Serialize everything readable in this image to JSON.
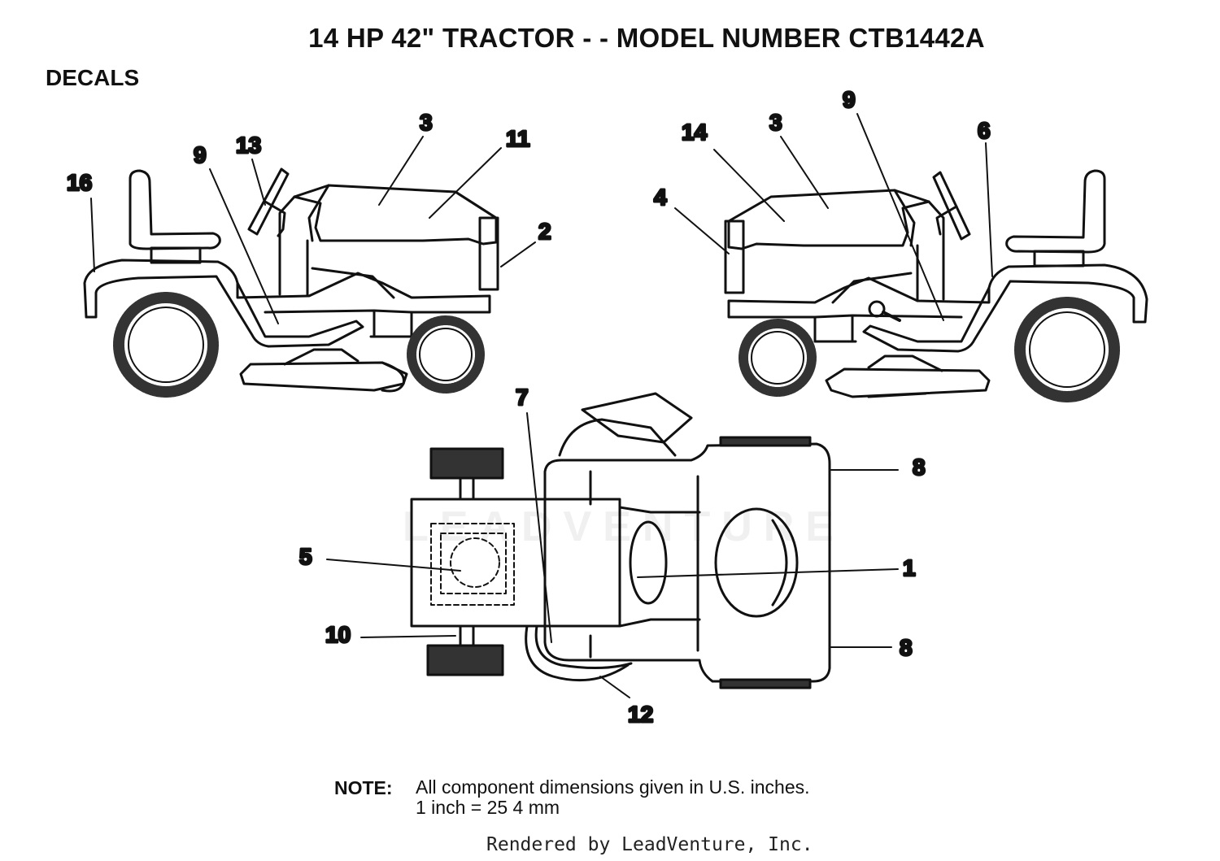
{
  "title": "14 HP 42\" TRACTOR - - MODEL NUMBER CTB1442A",
  "section": "DECALS",
  "watermark": "LEADVENTURE",
  "callouts": {
    "left_16": "16",
    "left_13": "13",
    "left_9": "9",
    "left_3": "3",
    "left_11": "11",
    "left_2": "2",
    "right_14": "14",
    "right_3": "3",
    "right_9": "9",
    "right_6": "6",
    "right_4": "4",
    "top_7": "7",
    "top_8a": "8",
    "top_5": "5",
    "top_1": "1",
    "top_10": "10",
    "top_8b": "8",
    "top_12": "12"
  },
  "note": {
    "label": "NOTE:",
    "line1": "All component dimensions given in U.S. inches.",
    "line2": "1 inch = 25 4 mm"
  },
  "footer": "Rendered by LeadVenture, Inc."
}
